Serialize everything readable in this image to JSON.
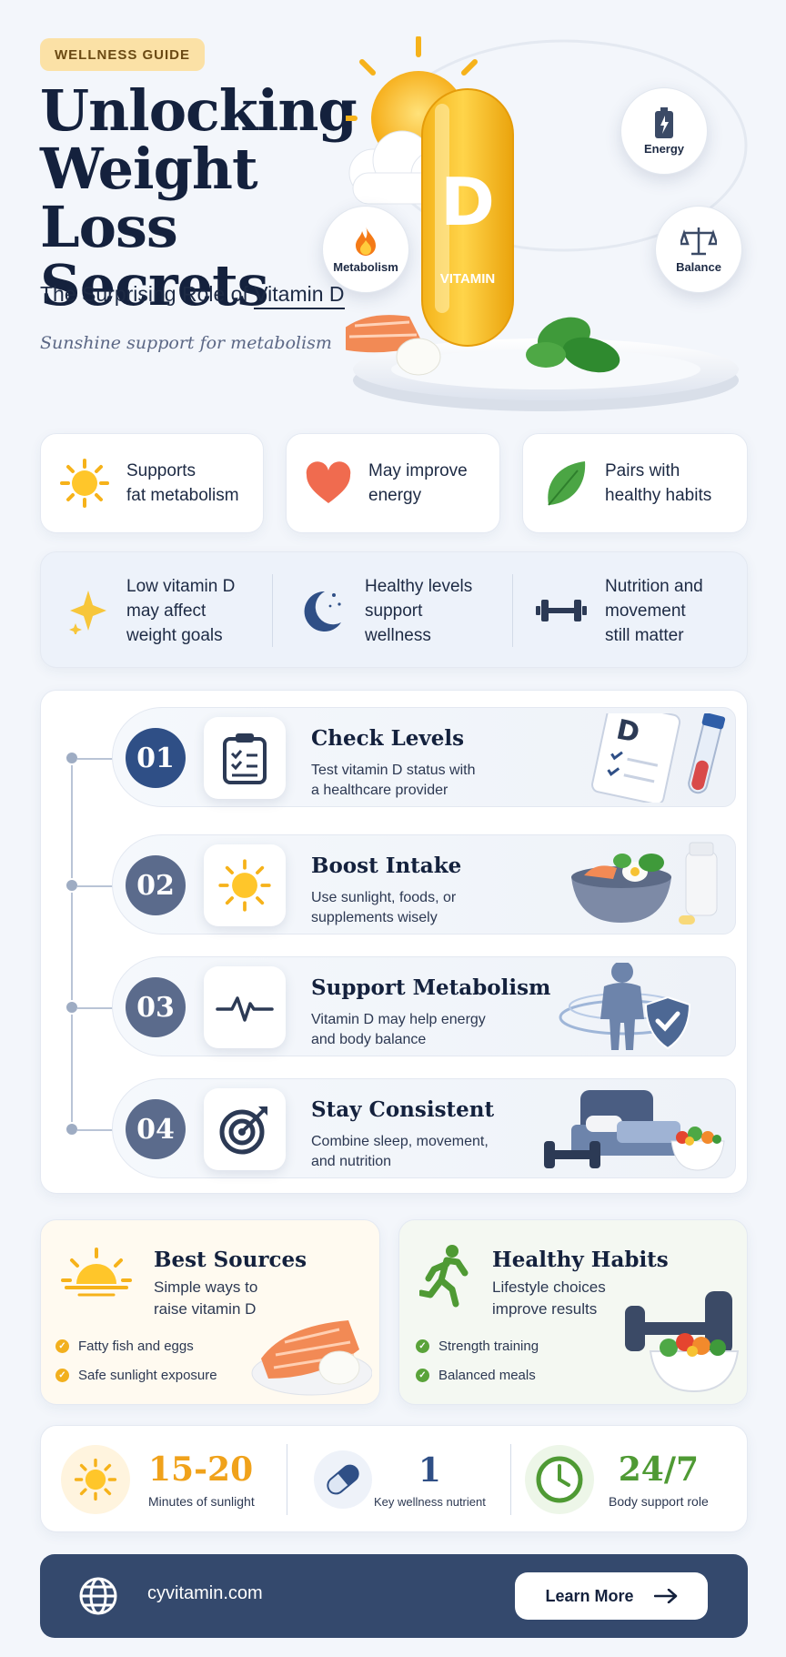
{
  "header": {
    "badge": "WELLNESS GUIDE",
    "title_line1": "Unlocking",
    "title_line2": "Weight Loss",
    "title_line3": "Secrets",
    "subtitle_prefix": "The Surprising Role of ",
    "subtitle_highlight": "Vitamin D",
    "tagline": "Sunshine support for metabolism"
  },
  "hero": {
    "capsule_letter": "D",
    "capsule_label": "VITAMIN",
    "bubbles": [
      {
        "label": "Energy",
        "icon": "battery-icon"
      },
      {
        "label": "Metabolism",
        "icon": "flame-icon"
      },
      {
        "label": "Balance",
        "icon": "scale-icon"
      }
    ]
  },
  "benefits": [
    {
      "line1": "Supports",
      "line2": "fat metabolism",
      "icon": "sun-icon"
    },
    {
      "line1": "May improve",
      "line2": "energy",
      "icon": "heart-icon"
    },
    {
      "line1": "Pairs with",
      "line2": "healthy habits",
      "icon": "leaf-icon"
    }
  ],
  "facts": [
    {
      "line1": "Low vitamin D",
      "line2": "may affect",
      "line3": "weight goals",
      "icon": "sparkle-icon"
    },
    {
      "line1": "Healthy levels",
      "line2": "support",
      "line3": "wellness",
      "icon": "moon-icon"
    },
    {
      "line1": "Nutrition and",
      "line2": "movement",
      "line3": "still matter",
      "icon": "dumbbell-icon"
    }
  ],
  "steps": [
    {
      "number": "01",
      "title": "Check Levels",
      "desc1": "Test vitamin D status with",
      "desc2": "a healthcare provider",
      "icon": "clipboard-icon",
      "color": "#2f4f86"
    },
    {
      "number": "02",
      "title": "Boost Intake",
      "desc1": "Use sunlight, foods, or",
      "desc2": "supplements wisely",
      "icon": "sun-icon",
      "color": "#5b6b8c"
    },
    {
      "number": "03",
      "title": "Support Metabolism",
      "desc1": "Vitamin D may help energy",
      "desc2": "and body balance",
      "icon": "pulse-icon",
      "color": "#5b6b8c"
    },
    {
      "number": "04",
      "title": "Stay Consistent",
      "desc1": "Combine sleep, movement,",
      "desc2": "and nutrition",
      "icon": "target-icon",
      "color": "#5b6b8c"
    }
  ],
  "sources": {
    "title": "Best Sources",
    "sub1": "Simple ways to",
    "sub2": "raise vitamin D",
    "items": [
      "Fatty fish and eggs",
      "Safe sunlight exposure"
    ],
    "accent": "#f2b01e"
  },
  "habits": {
    "title": "Healthy Habits",
    "sub1": "Lifestyle choices",
    "sub2": "improve results",
    "items": [
      "Strength training",
      "Balanced meals"
    ],
    "accent": "#5aa33a"
  },
  "stats": [
    {
      "value": "15-20",
      "label": "Minutes of sunlight",
      "color": "#f0a21b",
      "icon": "sun-icon"
    },
    {
      "value": "1",
      "label": "Key wellness nutrient",
      "color": "#2f4f86",
      "icon": "capsule-icon"
    },
    {
      "value": "24/7",
      "label": "Body support role",
      "color": "#4f9a34",
      "icon": "clock-icon"
    }
  ],
  "footer": {
    "site": "cyvitamin.com",
    "cta": "Learn More"
  }
}
